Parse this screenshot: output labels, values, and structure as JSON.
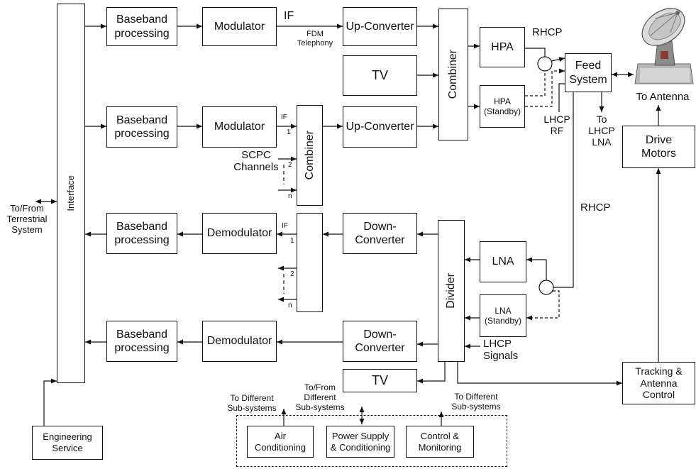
{
  "diagram": {
    "interface": "Interface",
    "terrestrial": "To/From\nTerrestrial\nSystem",
    "engineering_service": "Engineering\nService"
  },
  "transmit_chain_1": {
    "baseband": "Baseband\nprocessing",
    "modulator": "Modulator",
    "if_label": "IF",
    "fdm_label": "FDM\nTelephony",
    "up_converter": "Up-Converter"
  },
  "transmit_chain_2": {
    "baseband": "Baseband\nprocessing",
    "modulator": "Modulator",
    "if_label": "IF",
    "channel_1": "1",
    "channel_2": "2",
    "channel_n": "n",
    "scpc_label": "SCPC\nChannels",
    "combiner": "Combiner",
    "up_converter": "Up-Converter"
  },
  "tx_rf": {
    "tv": "TV",
    "combiner": "Combiner",
    "hpa": "HPA",
    "hpa_standby": "HPA\n(Standby)",
    "rhcp_label": "RHCP"
  },
  "feed": {
    "feed_system": "Feed\nSystem",
    "lhcp_rf": "LHCP\nRF",
    "to_lhcp_lna": "To\nLHCP\nLNA",
    "rhcp_label": "RHCP"
  },
  "antenna": {
    "icon": "satellite-dish-icon",
    "label": "To Antenna",
    "drive_motors": "Drive\nMotors",
    "tracking_control": "Tracking &\nAntenna\nControl"
  },
  "receive_chain_1": {
    "baseband": "Baseband\nprocessing",
    "demodulator": "Demodulator",
    "if_label": "IF",
    "channel_1": "1",
    "channel_2": "2",
    "channel_n": "n",
    "down_converter": "Down-\nConverter"
  },
  "receive_chain_2": {
    "baseband": "Baseband\nprocessing",
    "demodulator": "Demodulator",
    "down_converter": "Down-\nConverter"
  },
  "rx_rf": {
    "divider": "Divider",
    "lna": "LNA",
    "lna_standby": "LNA\n(Standby)",
    "lhcp_signals": "LHCP\nSignals",
    "tv": "TV"
  },
  "subsystems": {
    "air_conditioning": "Air\nConditioning",
    "power_supply": "Power Supply\n& Conditioning",
    "control_monitoring": "Control &\nMonitoring",
    "air_note": "To Different\nSub-systems",
    "power_note": "To/From\nDifferent\nSub-systems",
    "control_note": "To Different\nSub-systems"
  }
}
